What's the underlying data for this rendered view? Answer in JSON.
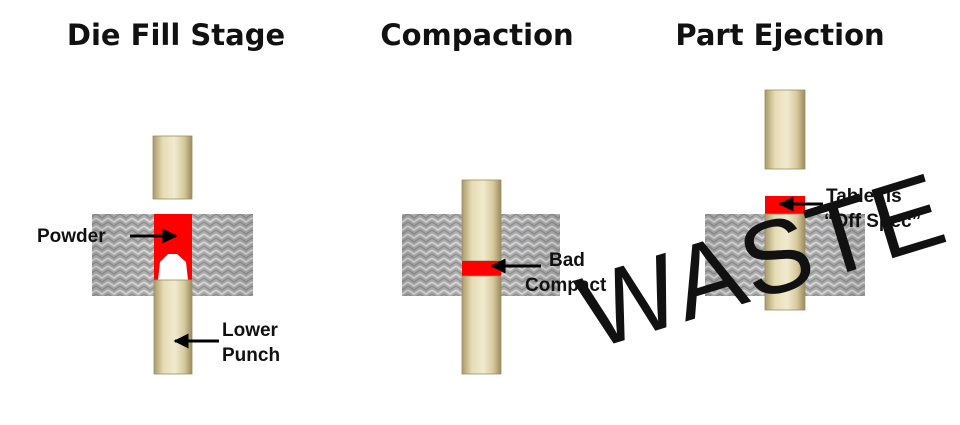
{
  "stages": {
    "fill": {
      "title": "Die Fill Stage",
      "powder_label": "Powder",
      "punch_label_1": "Lower",
      "punch_label_2": "Punch"
    },
    "compaction": {
      "title": "Compaction",
      "bad_label_1": "Bad",
      "bad_label_2": "Compact"
    },
    "ejection": {
      "title": "Part Ejection",
      "tablet_label_1": "Tablet is",
      "tablet_label_2": "“Off Spec”",
      "stamp": "WASTE"
    }
  },
  "colors": {
    "punch": "#ddd2a8",
    "powder": "#ff0000",
    "die": "#b8b8b8",
    "arrow": "#000000"
  }
}
